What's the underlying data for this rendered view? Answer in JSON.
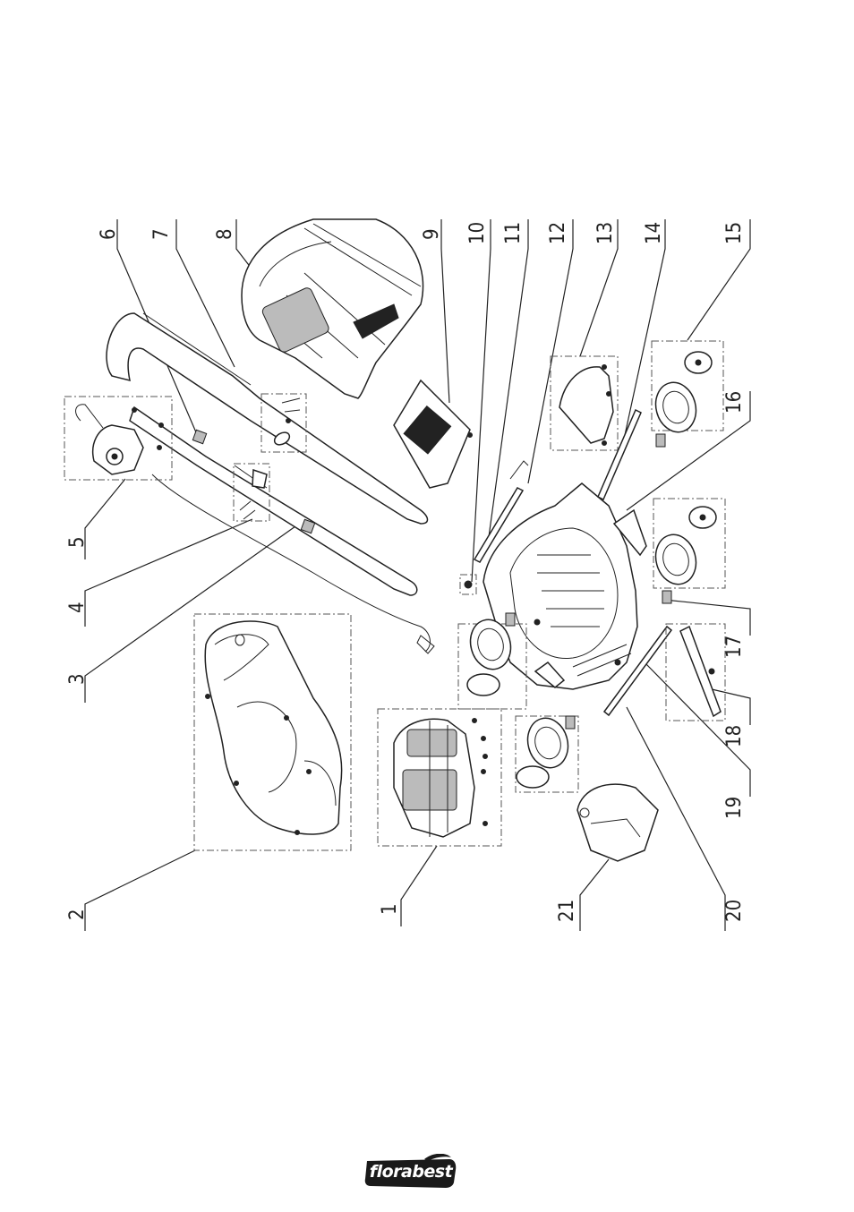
{
  "diagram": {
    "part_numbers": [
      "1",
      "2",
      "3",
      "4",
      "5",
      "6",
      "7",
      "8",
      "9",
      "10",
      "11",
      "12",
      "13",
      "14",
      "15",
      "16",
      "17",
      "18",
      "19",
      "20",
      "21"
    ]
  },
  "brand": {
    "logo_text": "florabest"
  }
}
